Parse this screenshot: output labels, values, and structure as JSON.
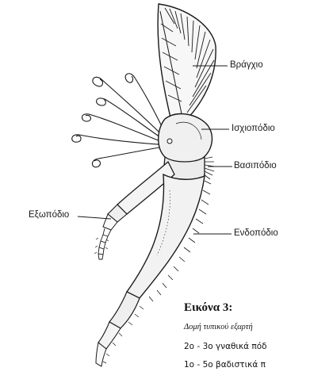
{
  "labels": {
    "gill": "Βράγχιο",
    "ischiopodite": "Ισχιοπόδιο",
    "basipodite": "Βασιπόδιο",
    "exopodite": "Εξωπόδιο",
    "endopodite": "Ενδοπόδιο"
  },
  "caption": {
    "title": "Εικόνα 3:",
    "subtitle": "Δομή τυπικού εξαρτή",
    "line1": "2ο - 3ο γναθικά πόδ",
    "line2": "1ο - 5ο βαδιστικά π"
  },
  "colors": {
    "ink": "#1a1a1a",
    "limb_fill": "#f2f2f2",
    "background": "#ffffff"
  }
}
